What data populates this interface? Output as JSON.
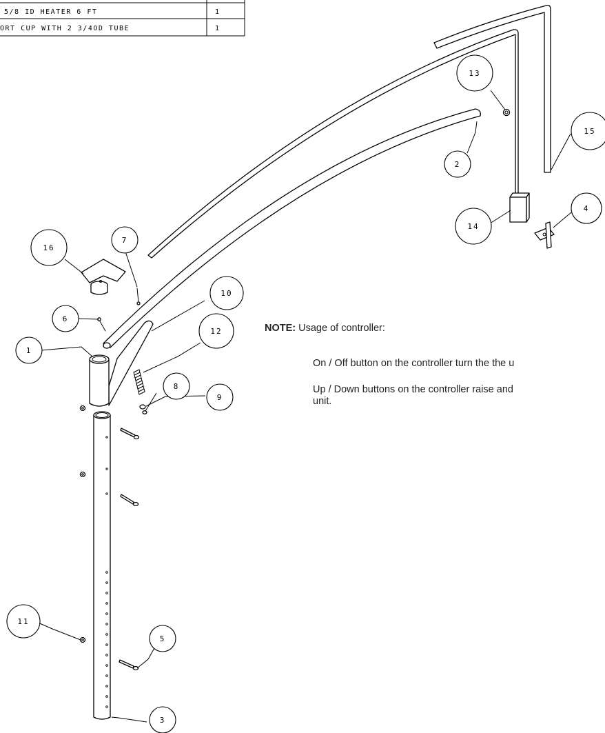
{
  "parts_table": {
    "rows": [
      {
        "description": "5/8 ID HEATER 6 FT",
        "qty": "1"
      },
      {
        "description": "ORT CUP WITH 2 3/4OD TUBE",
        "qty": "1"
      }
    ]
  },
  "balloons": {
    "b1": "1",
    "b2": "2",
    "b3": "3",
    "b4": "4",
    "b5": "5",
    "b6": "6",
    "b7": "7",
    "b8": "8",
    "b9": "9",
    "b10": "10",
    "b11": "11",
    "b12": "12",
    "b13": "13",
    "b14": "14",
    "b15": "15",
    "b16": "16"
  },
  "note": {
    "label": "NOTE:",
    "title": "Usage of controller:",
    "line1": "On / Off button on the controller turn the the u",
    "line2": "Up / Down buttons on the controller raise and",
    "line3": "unit."
  }
}
